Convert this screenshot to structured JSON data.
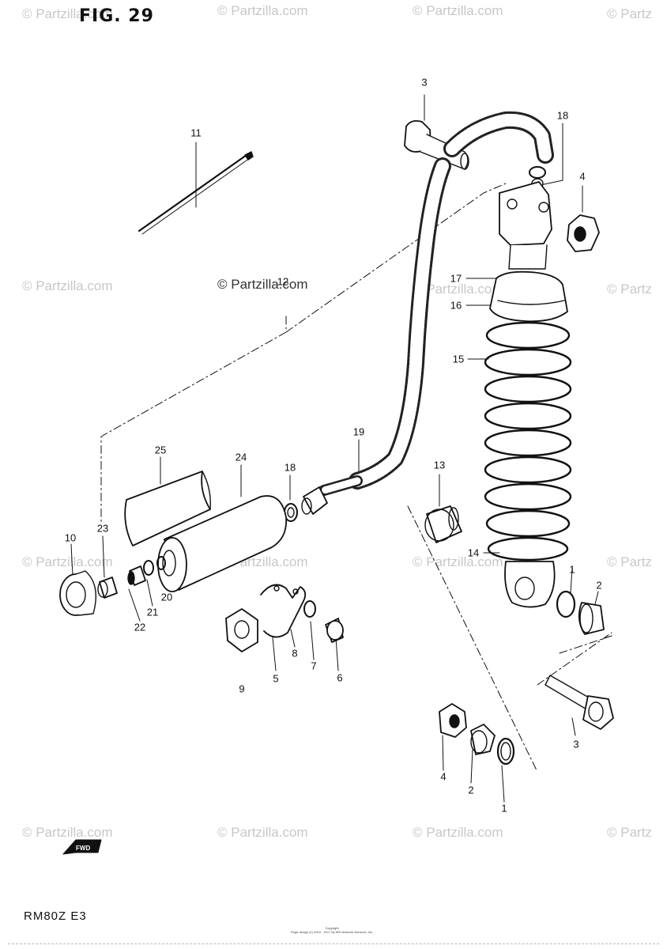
{
  "figure": {
    "title": "FIG. 29",
    "model_code": "RM80Z E3",
    "copyright_text": "Copyright\nPage design (c) 2004 - 2017 by ARI Network Services, Inc."
  },
  "watermark_text": "© Partzilla.com",
  "watermark_partial": "© Partz",
  "fwd_label": "FWD",
  "callouts": {
    "c1a": "1",
    "c1b": "1",
    "c2a": "2",
    "c2b": "2",
    "c3a": "3",
    "c3b": "3",
    "c4a": "4",
    "c4b": "4",
    "c5": "5",
    "c6": "6",
    "c7": "7",
    "c8": "8",
    "c9": "9",
    "c10": "10",
    "c11": "11",
    "c12": "12",
    "c13": "13",
    "c14": "14",
    "c15": "15",
    "c16": "16",
    "c17": "17",
    "c18a": "18",
    "c18b": "18",
    "c19": "19",
    "c20": "20",
    "c21": "21",
    "c22": "22",
    "c23": "23",
    "c24": "24",
    "c25": "25"
  }
}
